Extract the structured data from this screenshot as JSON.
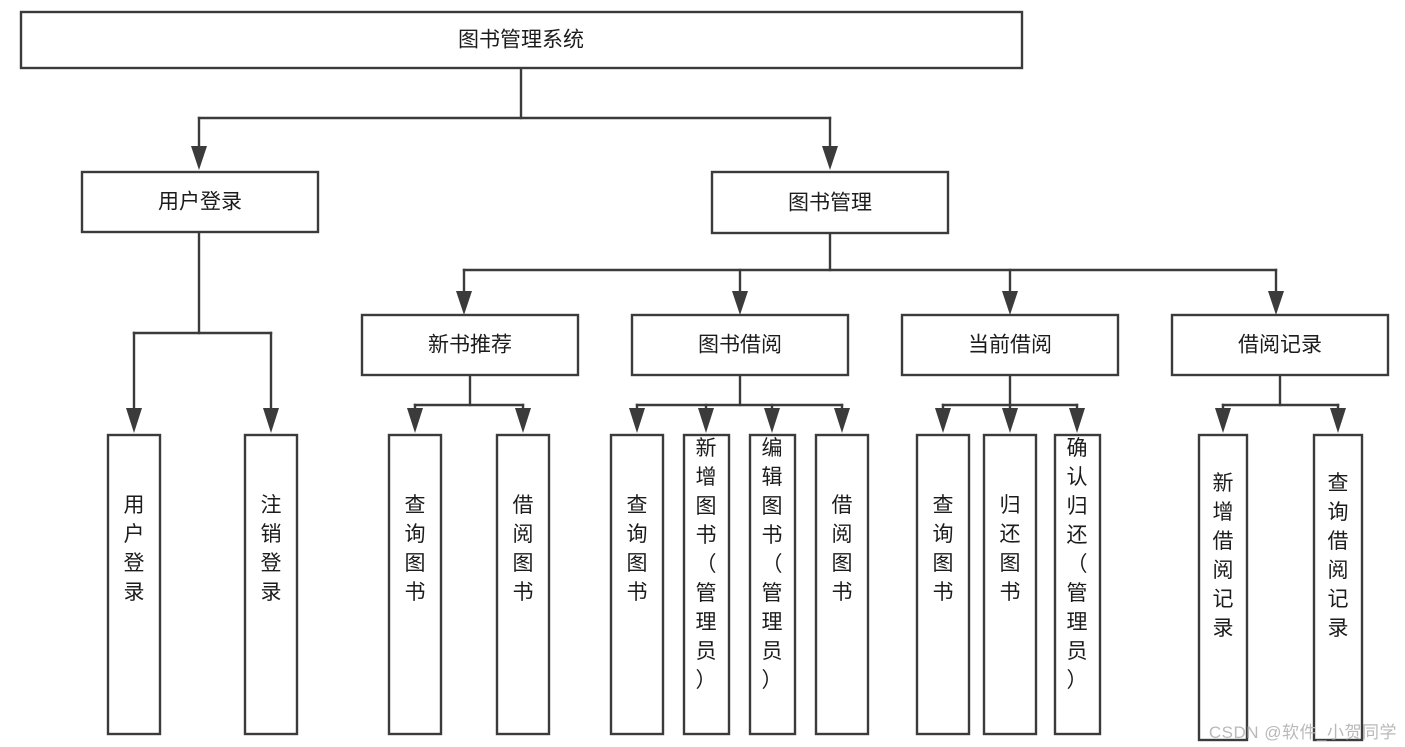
{
  "diagram": {
    "type": "tree-hierarchy",
    "title": "图书管理系统",
    "orientation": "top-down",
    "root": {
      "id": "root",
      "label": "图书管理系统",
      "text_direction": "horizontal"
    },
    "level2": [
      {
        "id": "user-login",
        "label": "用户登录",
        "text_direction": "horizontal"
      },
      {
        "id": "book-management",
        "label": "图书管理",
        "text_direction": "horizontal"
      }
    ],
    "level3": [
      {
        "id": "new-book-recommend",
        "label": "新书推荐",
        "parent": "book-management",
        "text_direction": "horizontal"
      },
      {
        "id": "book-borrow",
        "label": "图书借阅",
        "parent": "book-management",
        "text_direction": "horizontal"
      },
      {
        "id": "current-borrow",
        "label": "当前借阅",
        "parent": "book-management",
        "text_direction": "horizontal"
      },
      {
        "id": "borrow-record",
        "label": "借阅记录",
        "parent": "book-management",
        "text_direction": "horizontal"
      }
    ],
    "leaves": [
      {
        "id": "leaf-user-login",
        "label": "用户登录",
        "parent": "user-login",
        "text_direction": "vertical"
      },
      {
        "id": "leaf-logout",
        "label": "注销登录",
        "parent": "user-login",
        "text_direction": "vertical"
      },
      {
        "id": "leaf-query-book-1",
        "label": "查询图书",
        "parent": "new-book-recommend",
        "text_direction": "vertical"
      },
      {
        "id": "leaf-borrow-book-1",
        "label": "借阅图书",
        "parent": "new-book-recommend",
        "text_direction": "vertical"
      },
      {
        "id": "leaf-query-book-2",
        "label": "查询图书",
        "parent": "book-borrow",
        "text_direction": "vertical"
      },
      {
        "id": "leaf-add-book",
        "label": "新增图书（管理员）",
        "parent": "book-borrow",
        "text_direction": "vertical"
      },
      {
        "id": "leaf-edit-book",
        "label": "编辑图书（管理员）",
        "parent": "book-borrow",
        "text_direction": "vertical"
      },
      {
        "id": "leaf-borrow-book-2",
        "label": "借阅图书",
        "parent": "book-borrow",
        "text_direction": "vertical"
      },
      {
        "id": "leaf-query-book-3",
        "label": "查询图书",
        "parent": "current-borrow",
        "text_direction": "vertical"
      },
      {
        "id": "leaf-return-book",
        "label": "归还图书",
        "parent": "current-borrow",
        "text_direction": "vertical"
      },
      {
        "id": "leaf-confirm-return",
        "label": "确认归还（管理员）",
        "parent": "current-borrow",
        "text_direction": "vertical"
      },
      {
        "id": "leaf-add-record",
        "label": "新增借阅记录",
        "parent": "borrow-record",
        "text_direction": "vertical"
      },
      {
        "id": "leaf-query-record",
        "label": "查询借阅记录",
        "parent": "borrow-record",
        "text_direction": "vertical"
      }
    ],
    "colors": {
      "stroke": "#3b3b3b",
      "fill": "#ffffff",
      "text": "#1c1c1c",
      "watermark": "#b9b9b9",
      "background": "#ffffff"
    }
  },
  "watermark": {
    "text": "CSDN @软件_小贺同学"
  }
}
